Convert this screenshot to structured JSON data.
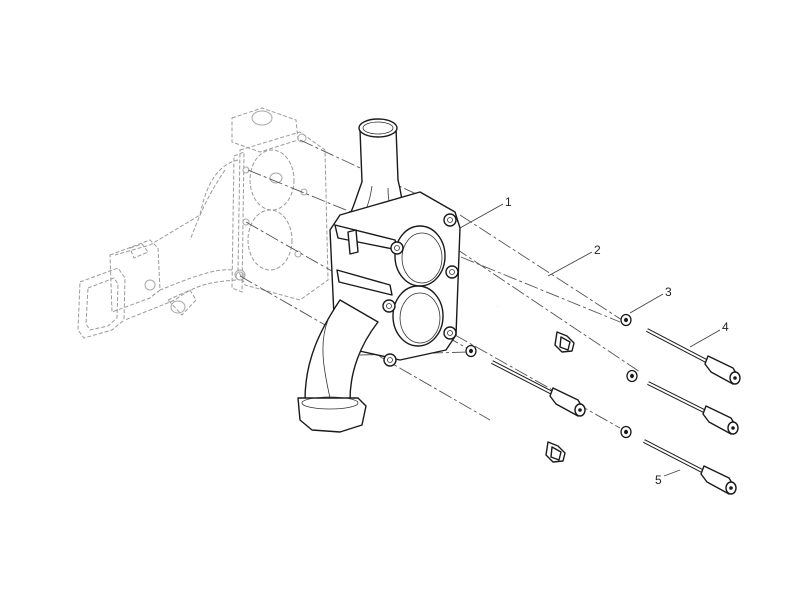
{
  "diagram": {
    "type": "exploded-parts-view",
    "background": "#ffffff",
    "line_color": "#1a1a1a",
    "ghost_color": "#9a9a9a",
    "callouts": [
      {
        "id": "1",
        "label": "1",
        "part": "water-pump-housing"
      },
      {
        "id": "2",
        "label": "2",
        "part": "flange-bolt"
      },
      {
        "id": "3",
        "label": "3",
        "part": "washer"
      },
      {
        "id": "4",
        "label": "4",
        "part": "long-stud-bolt"
      },
      {
        "id": "5",
        "label": "5",
        "part": "long-stud-bolt"
      }
    ],
    "components": [
      {
        "name": "engine-block-ghost",
        "style": "phantom"
      },
      {
        "name": "water-pump-housing",
        "style": "solid"
      },
      {
        "name": "flange-bolt",
        "count": 2
      },
      {
        "name": "stud-bolt-with-spacer",
        "count": 4
      },
      {
        "name": "washer",
        "count": 4
      }
    ]
  }
}
